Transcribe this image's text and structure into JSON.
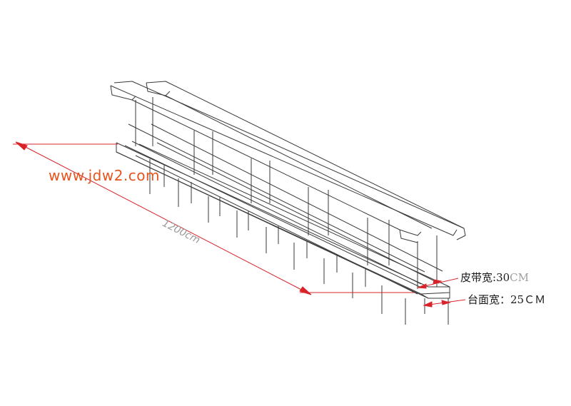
{
  "watermark": "www.jdw2.com",
  "dimensions": {
    "length": "1200cm",
    "belt_width_label": "皮带宽:",
    "belt_width_value": "30",
    "belt_width_unit": "CM",
    "table_width": "台面宽：25ＣＭ"
  },
  "colors": {
    "dimension_arrows": "#d9232a",
    "watermark": "#e8541e",
    "line_drawing": "#3a3a3a"
  }
}
